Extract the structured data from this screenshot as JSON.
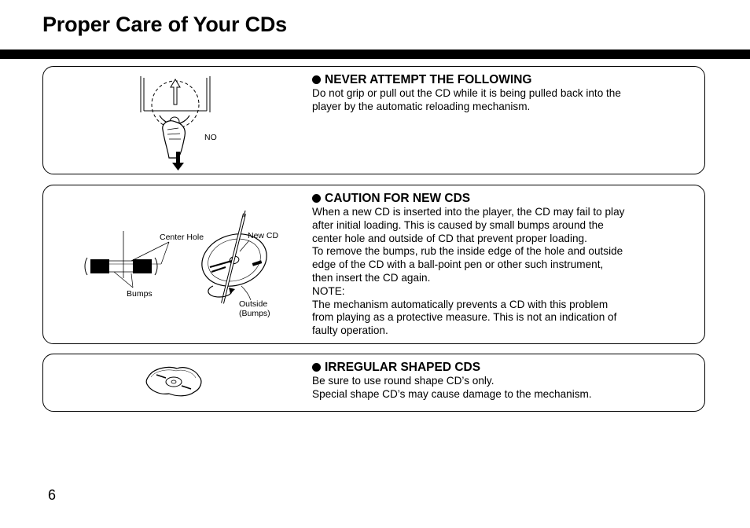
{
  "page": {
    "title": "Proper Care of Your CDs",
    "number": "6"
  },
  "sections": [
    {
      "heading": "NEVER ATTEMPT THE FOLLOWING",
      "paragraphs": [
        "Do not grip or pull out the CD while it is being pulled back into the\nplayer by the automatic reloading mechanism."
      ],
      "labels": {
        "no": "NO"
      }
    },
    {
      "heading": "CAUTION FOR NEW CDS",
      "paragraphs": [
        "When a new CD is inserted into the player, the CD may fail to play\nafter initial loading. This is caused by small bumps around the\ncenter hole and outside of CD that prevent proper loading.",
        "To remove the bumps, rub the inside edge of the hole and outside\nedge of the CD with a ball-point pen or other such instrument,\nthen insert the CD again.",
        "NOTE:",
        "The mechanism automatically prevents a CD with this problem\nfrom playing as a protective measure. This is not an indication of\nfaulty operation."
      ],
      "labels": {
        "center_hole": "Center Hole",
        "bumps": "Bumps",
        "new_cd": "New CD",
        "outside": "Outside",
        "outside_bumps": "(Bumps)"
      }
    },
    {
      "heading": "IRREGULAR SHAPED CDS",
      "paragraphs": [
        "Be sure to use round shape CD’s only.\nSpecial shape CD’s may cause damage to the mechanism."
      ]
    }
  ]
}
